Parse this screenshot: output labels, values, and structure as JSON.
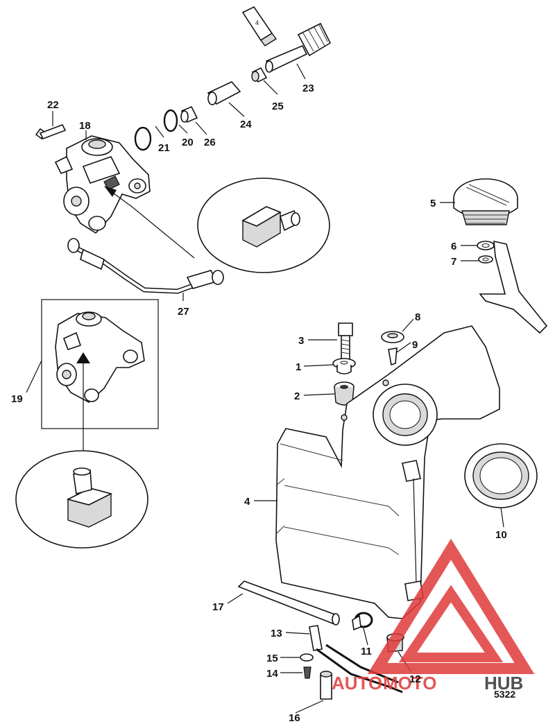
{
  "diagram_id": "5322",
  "callouts": [
    "1",
    "2",
    "3",
    "4",
    "5",
    "6",
    "7",
    "8",
    "9",
    "10",
    "11",
    "12",
    "13",
    "14",
    "15",
    "16",
    "17",
    "18",
    "19",
    "20",
    "21",
    "22",
    "23",
    "24",
    "25",
    "26",
    "27"
  ],
  "tube_marking": "4",
  "watermark": {
    "part1": "AUTO",
    "part2": "MOTO",
    "part3": "HUB",
    "color": "#e03a3a",
    "dark": "#333333"
  }
}
